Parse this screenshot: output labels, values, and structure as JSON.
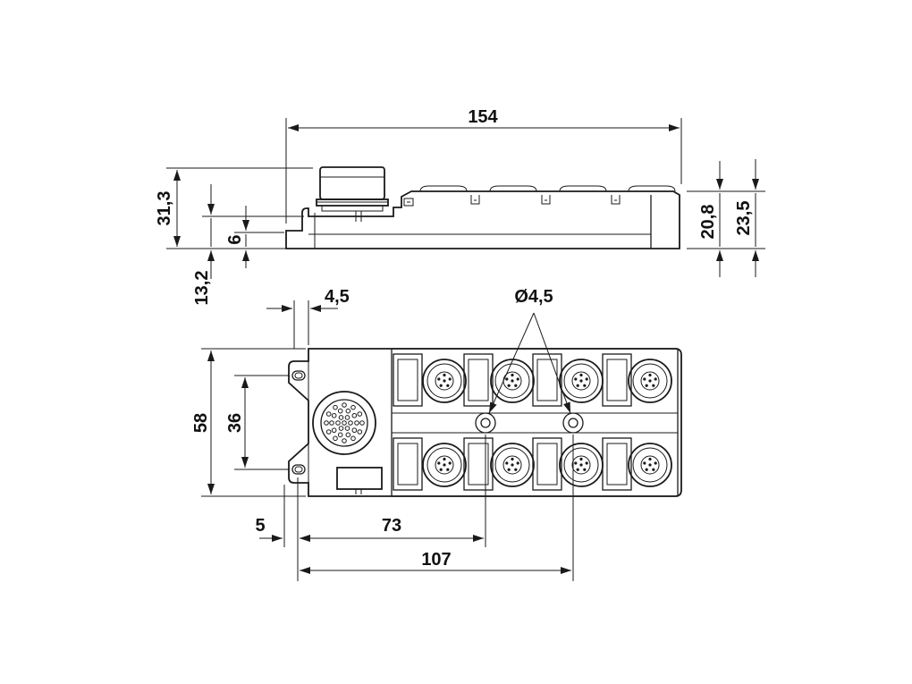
{
  "drawing": {
    "side_view": {
      "overall_length": "154",
      "height_total": "31,3",
      "height_base": "13,2",
      "flange_height": "6",
      "height_body": "20,8",
      "height_connector": "23,5"
    },
    "top_view": {
      "flange_offset": "4,5",
      "hole_diameter": "Ø4,5",
      "width": "58",
      "hole_spacing": "36",
      "hole_offset": "5",
      "hole_distance_1": "73",
      "hole_distance_2": "107"
    }
  }
}
